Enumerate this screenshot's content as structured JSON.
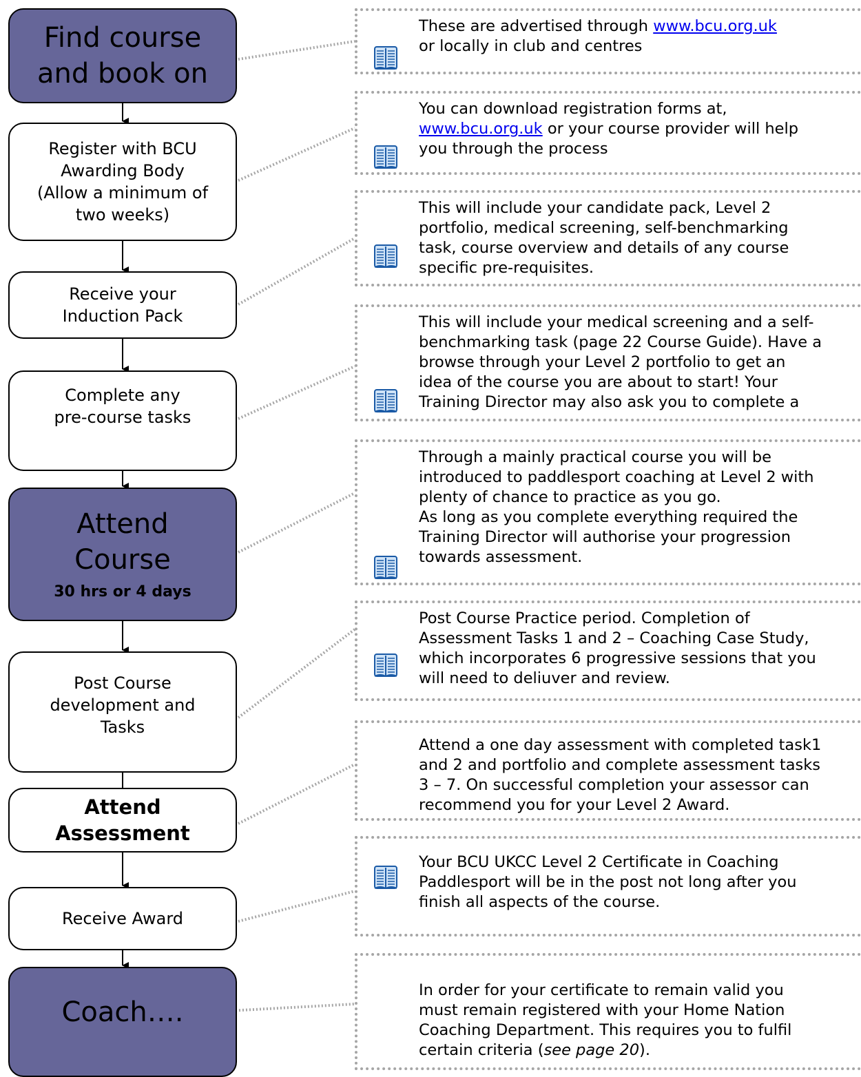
{
  "steps": [
    {
      "label": "Find course\nand book on"
    },
    {
      "label": "Register with BCU\nAwarding Body\n(Allow a minimum of\ntwo weeks)"
    },
    {
      "label": "Receive your\nInduction Pack"
    },
    {
      "label": "Complete any\npre-course tasks"
    },
    {
      "label": "Attend\nCourse",
      "sublabel": "30 hrs or 4 days"
    },
    {
      "label": "Post Course\ndevelopment and\nTasks"
    },
    {
      "label": "Attend\nAssessment"
    },
    {
      "label": "Receive Award"
    },
    {
      "label": "Coach…."
    }
  ],
  "notes": [
    {
      "before": "These are advertised through ",
      "link": "www.bcu.org.uk",
      "after": "\nor locally in club and centres"
    },
    {
      "before": "You can download registration forms at,\n",
      "link": "www.bcu.org.uk",
      "after": " or your course provider will help\nyou through the process"
    },
    {
      "text": "This will include your candidate pack, Level 2\nportfolio, medical screening, self-benchmarking\ntask, course overview and details of any course\nspecific pre-requisites."
    },
    {
      "text": "This will include your medical screening and a self-\nbenchmarking task (page 22 Course Guide). Have a\nbrowse through your Level 2 portfolio to get an\nidea of the course you are about to start! Your\nTraining Director may also ask you to complete a"
    },
    {
      "text": "Through a mainly practical course you will be\nintroduced to paddlesport coaching at Level 2 with\nplenty of chance to practice as you go.\nAs long as you complete everything required the\nTraining Director will authorise your progression\ntowards assessment."
    },
    {
      "text": "Post Course Practice period. Completion of\nAssessment Tasks 1 and  2 – Coaching Case Study,\nwhich incorporates 6 progressive sessions that you\nwill need to deliuver and review."
    },
    {
      "text": "Attend a one day assessment with completed task1\nand 2 and portfolio and complete assessment tasks\n3 – 7. On successful completion your assessor can\nrecommend you for your Level 2 Award."
    },
    {
      "text": "Your BCU UKCC Level 2 Certificate in Coaching\nPaddlesport will be in the post not long after you\nfinish all aspects of the course."
    },
    {
      "before": "In order for your certificate to remain valid you\nmust remain registered with your Home Nation\nCoaching Department. This requires you to fulfil\ncertain criteria (",
      "italic": "see page 20",
      "after": ")."
    }
  ],
  "icons": {
    "note_icon": "open-book-icon"
  },
  "colors": {
    "dark_box": "#666699",
    "connector": "#a6a6a6",
    "link": "#0000ee"
  }
}
